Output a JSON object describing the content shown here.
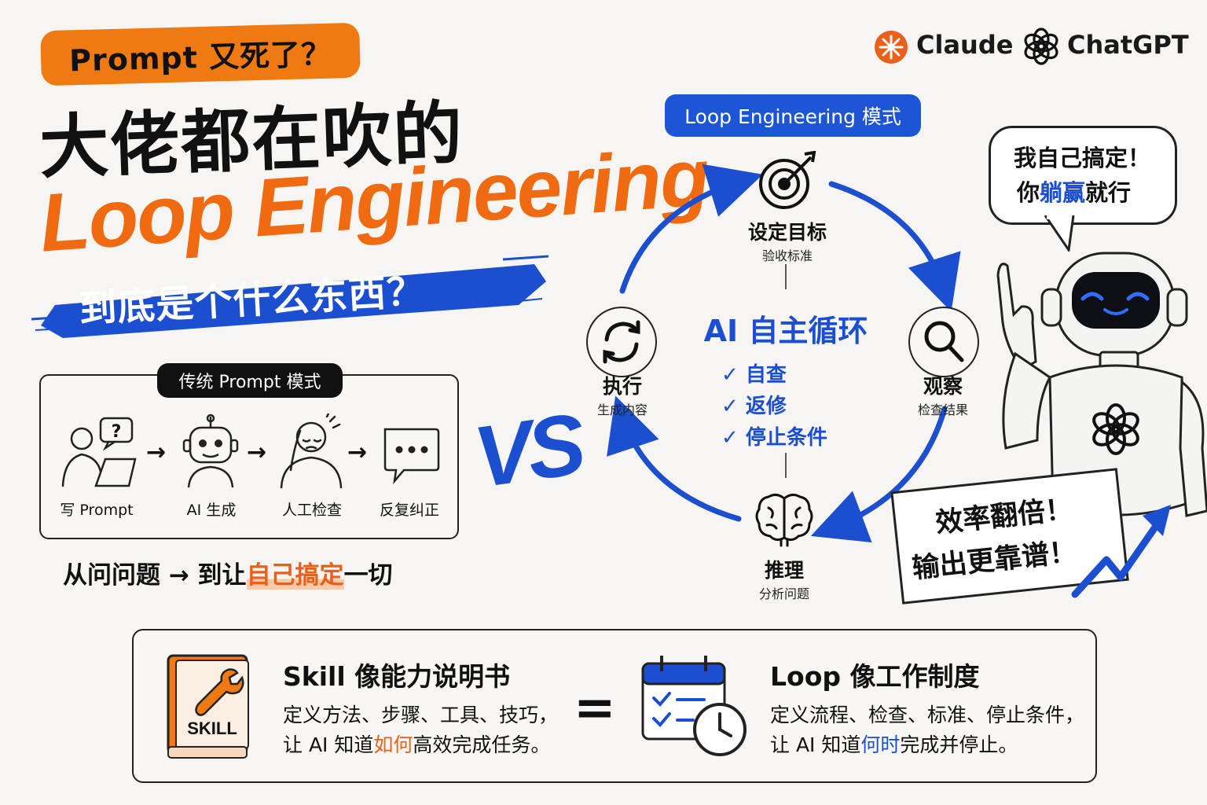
{
  "header": {
    "tag": "Prompt 又死了？",
    "title_cn": "大佬都在吹的",
    "title_en": "Loop Engineering",
    "subtitle": "到底是个什么东西？"
  },
  "brands": {
    "claude": "Claude",
    "chatgpt": "ChatGPT"
  },
  "traditional": {
    "label": "传统 Prompt 模式",
    "steps": [
      "写 Prompt",
      "AI 生成",
      "人工检查",
      "反复纠正"
    ]
  },
  "from_to": {
    "prefix": "从问问题 → 到让",
    "highlight": "自己搞定",
    "suffix": "一切"
  },
  "vs": "VS",
  "loop": {
    "pill": "Loop Engineering 模式",
    "center": "AI 自主循环",
    "checks": [
      "自查",
      "返修",
      "停止条件"
    ],
    "nodes": {
      "goal": {
        "title": "设定目标",
        "sub": "验收标准"
      },
      "observe": {
        "title": "观察",
        "sub": "检查结果"
      },
      "reason": {
        "title": "推理",
        "sub": "分析问题"
      },
      "execute": {
        "title": "执行",
        "sub": "生成内容"
      }
    }
  },
  "robot": {
    "bubble_l1": "我自己搞定！",
    "bubble_l2_a": "你",
    "bubble_l2_b": "躺赢",
    "bubble_l2_c": "就行",
    "sign_l1": "效率翻倍！",
    "sign_l2": "输出更靠谱！"
  },
  "bottom": {
    "skill_book": "SKILL",
    "skill_title": "Skill 像能力说明书",
    "skill_l1": "定义方法、步骤、工具、技巧，",
    "skill_l2_a": "让 AI 知道",
    "skill_l2_b": "如何",
    "skill_l2_c": "高效完成任务。",
    "equals": "=",
    "loop_title": "Loop 像工作制度",
    "loop_l1": "定义流程、检查、标准、停止条件，",
    "loop_l2_a": "让 AI 知道",
    "loop_l2_b": "何时",
    "loop_l2_c": "完成并停止。"
  },
  "colors": {
    "orange": "#f07a12",
    "blue": "#1c4fcf",
    "ink": "#111111"
  }
}
